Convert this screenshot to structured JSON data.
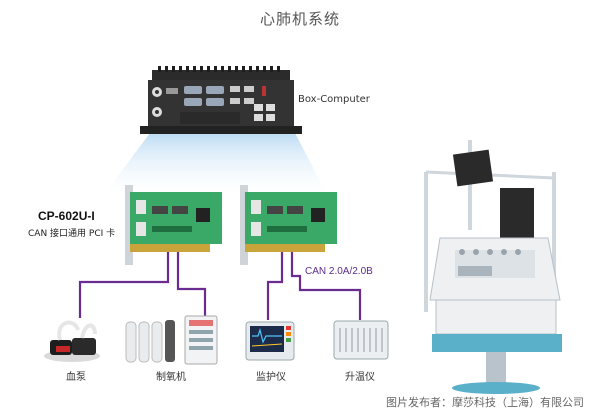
{
  "title": "心肺机系统",
  "box_computer_label": "Box-Computer",
  "card": {
    "name": "CP-602U-I",
    "subtitle": "CAN 接口通用 PCI 卡"
  },
  "can_label": "CAN 2.0A/2.0B",
  "devices": [
    {
      "label": "血泵"
    },
    {
      "label": "制氧机"
    },
    {
      "label": "监护仪"
    },
    {
      "label": "升温仪"
    }
  ],
  "credit": "图片发布者：摩莎科技（上海）有限公司",
  "colors": {
    "link": "#6a2c91",
    "beam": "#cfe6f7",
    "pcb": "#2f9a5a",
    "machine": "#eef0f2",
    "machine_base": "#5ab0c9"
  }
}
